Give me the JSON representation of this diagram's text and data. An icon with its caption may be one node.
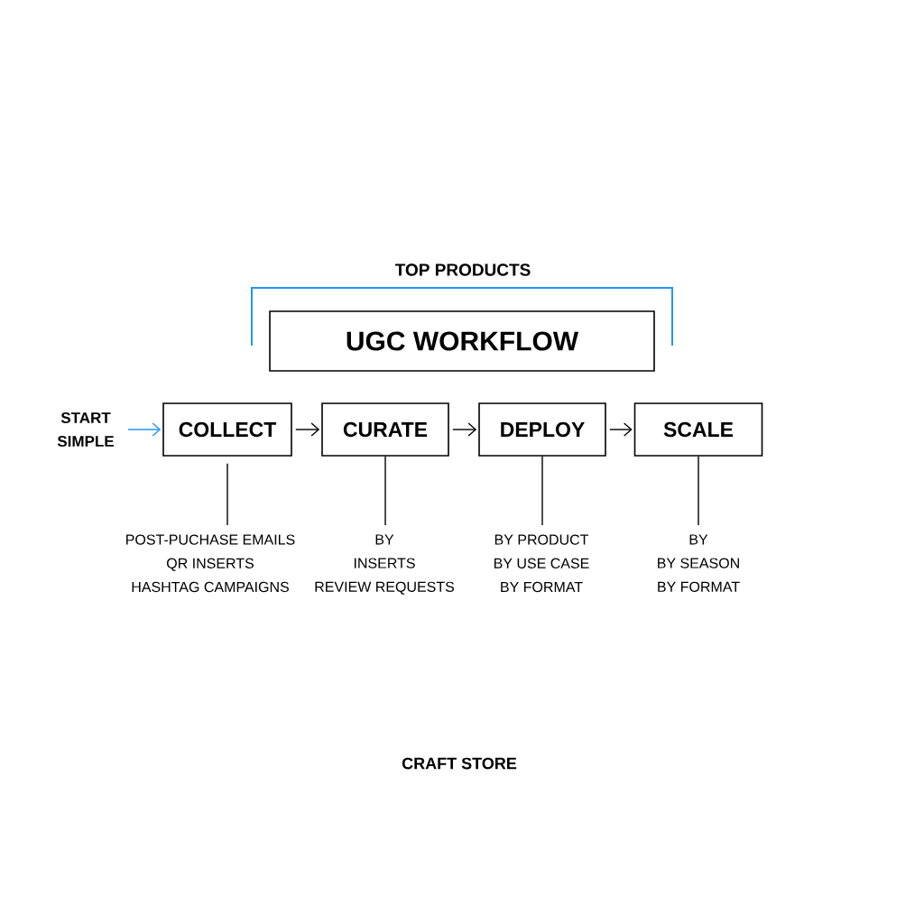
{
  "diagram": {
    "caption": "CRAFT STORE",
    "nodes": [
      {
        "text": [
          "UGC WORKFLOW"
        ]
      },
      {
        "text": [
          "START SIMPLE"
        ]
      },
      {
        "text": [
          "COLLECT"
        ]
      },
      {
        "text": [
          "CURATE"
        ]
      },
      {
        "text": [
          "DEPLOY"
        ]
      },
      {
        "text": [
          "SCALE"
        ]
      },
      {
        "text": [
          "POST-PUCHASE EMAILS",
          "QR INSERTS",
          "HASHTAG CAMPAIGNS"
        ]
      },
      {
        "text": [
          "BY",
          "INSERTS",
          "REVIEW REQUESTS"
        ]
      },
      {
        "text": [
          "BY PRODUCT",
          "BY USE CASE",
          "BY FORMAT"
        ]
      },
      {
        "text": [
          "BY",
          "BY SEASON",
          "BY FORMAT"
        ]
      }
    ],
    "edges": [
      {
        "from": 1,
        "to": 2,
        "arrow": "to",
        "color": "#2196f3"
      },
      {
        "from": 2,
        "to": 3,
        "arrow": "to"
      },
      {
        "from": 3,
        "to": 4,
        "arrow": "to"
      },
      {
        "from": 4,
        "to": 5,
        "arrow": "to"
      },
      {
        "from": 2,
        "to": 6,
        "arrow": "none"
      },
      {
        "from": 3,
        "to": 7,
        "arrow": "none"
      },
      {
        "from": 4,
        "to": 8,
        "arrow": "none"
      },
      {
        "from": 5,
        "to": 9,
        "arrow": "none"
      }
    ],
    "labels": [
      "TOP PRODUCTS"
    ]
  }
}
